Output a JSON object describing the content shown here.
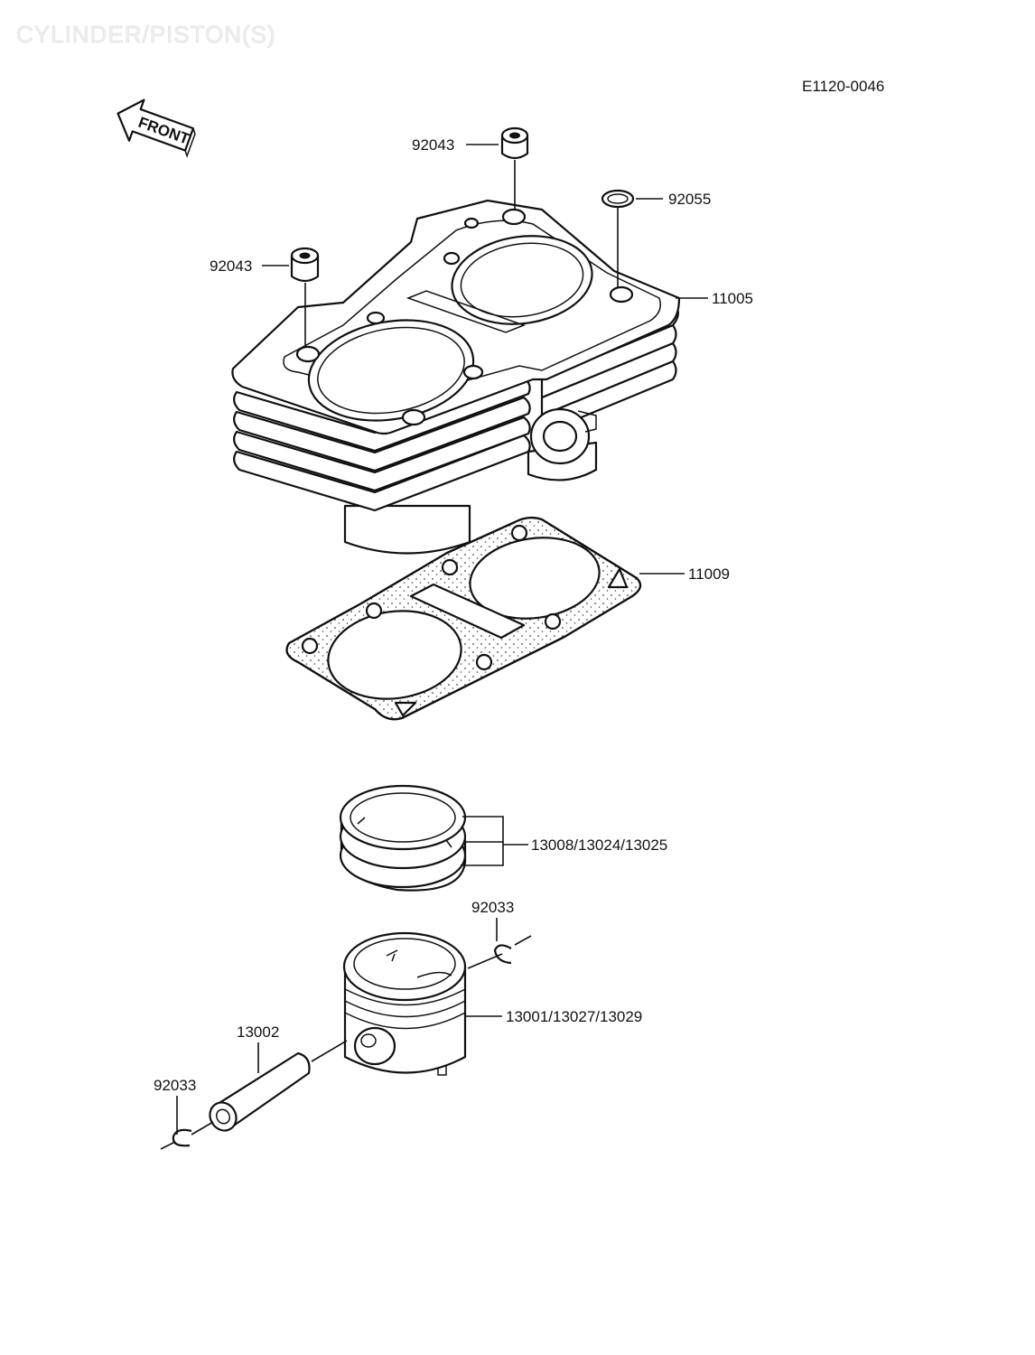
{
  "watermark": "CYLINDER/PISTON(S)",
  "figure_code": "E1120-0046",
  "front_label": "FRONT",
  "parts": {
    "dowel_top": "92043",
    "dowel_left": "92043",
    "oring": "92055",
    "cylinder": "11005",
    "base_gasket": "11009",
    "rings": "13008/13024/13025",
    "circlip_right": "92033",
    "piston": "13001/13027/13029",
    "pin": "13002",
    "circlip_left": "92033"
  }
}
